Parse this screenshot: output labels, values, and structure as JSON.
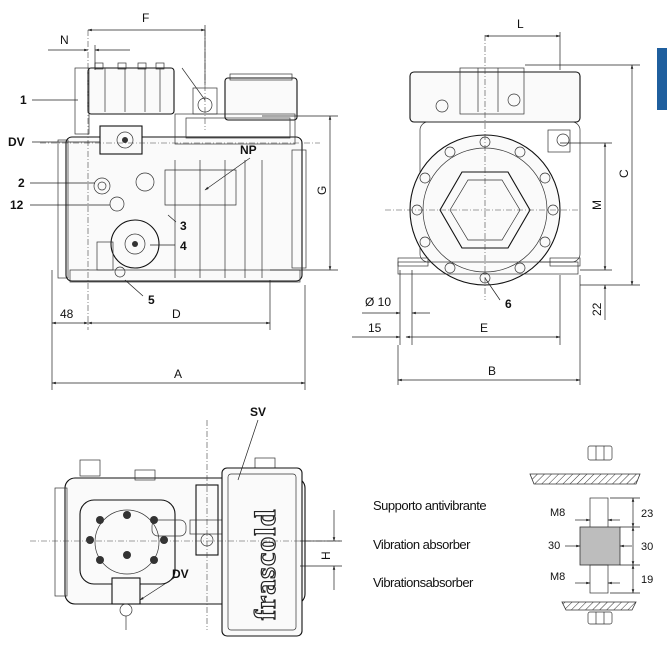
{
  "views": {
    "side": {
      "dims": {
        "n": "N",
        "f": "F",
        "g": "G",
        "d": "D",
        "a": "A",
        "offset_left": "48"
      },
      "callouts": {
        "c1": "1",
        "dv": "DV",
        "c2": "2",
        "c12": "12",
        "c3": "3",
        "c4": "4",
        "c5": "5",
        "np": "NP"
      }
    },
    "front": {
      "dims": {
        "l": "L",
        "c": "C",
        "m": "M",
        "e": "E",
        "b": "B",
        "d22": "22",
        "hole": "Ø 10",
        "d15": "15"
      },
      "callouts": {
        "c6": "6"
      }
    },
    "top": {
      "dims": {
        "h": "H"
      },
      "callouts": {
        "sv": "SV",
        "dv": "DV"
      },
      "brand": "frascold"
    }
  },
  "legend": {
    "it": "Supporto antivibrante",
    "en": "Vibration absorber",
    "de": "Vibrationsabsorber"
  },
  "absorber": {
    "bolt_top": "M8",
    "bolt_bottom": "M8",
    "width": "30",
    "top_dim": "23",
    "mid_dim": "30",
    "bottom_dim": "19"
  },
  "colors": {
    "brand_tab": "#1f5f9e",
    "line": "#222222"
  }
}
